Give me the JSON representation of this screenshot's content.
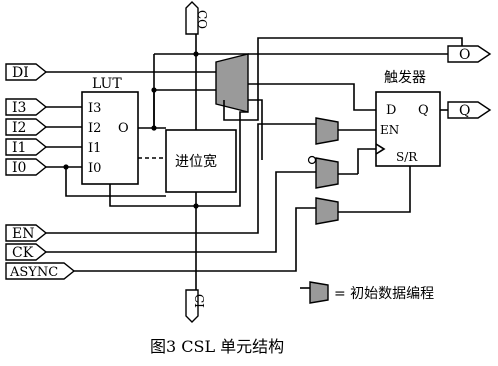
{
  "diagram": {
    "lut": {
      "title": "LUT",
      "inputs": [
        "I3",
        "I2",
        "I1",
        "I0"
      ],
      "output": "O"
    },
    "carry_box": {
      "label": "进位宽"
    },
    "flipflop": {
      "title": "触发器",
      "d": "D",
      "q": "Q",
      "en": "EN",
      "sr": "S/R"
    },
    "ports_in": {
      "di": "DI",
      "i3": "I3",
      "i2": "I2",
      "i1": "I1",
      "i0": "I0",
      "en": "EN",
      "ck": "CK",
      "async": "ASYNC"
    },
    "ports_out": {
      "o": "O",
      "q": "Q"
    },
    "carry_ports": {
      "co": "CO",
      "ci": "CI"
    },
    "legend": {
      "symbol_meaning": "= 初始数据编程"
    },
    "caption": "图3   CSL 单元结构"
  }
}
